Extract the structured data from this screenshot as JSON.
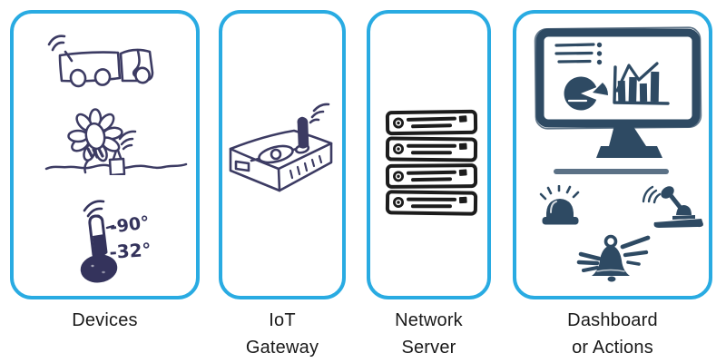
{
  "colors": {
    "panel_border": "#29abe2",
    "devices_ink": "#3c3b63",
    "server_ink": "#1c1c1c",
    "dashboard_ink": "#2e4a63",
    "divider": "#5b7186",
    "label_text": "#1a1a1a",
    "background": "#ffffff"
  },
  "panels": [
    {
      "id": "devices",
      "label_line1": "Devices",
      "label_line2": "",
      "icons": [
        "truck-sketch-icon",
        "flower-sensor-sketch-icon",
        "thermometer-sketch-icon"
      ],
      "thermometer": {
        "reading_top": "-90°",
        "reading_bottom": "-32°"
      }
    },
    {
      "id": "iot-gateway",
      "label_line1": "IoT",
      "label_line2": "Gateway",
      "icons": [
        "gateway-sketch-icon"
      ]
    },
    {
      "id": "network-server",
      "label_line1": "Network",
      "label_line2": "Server",
      "icons": [
        "server-rack-sketch-icon"
      ]
    },
    {
      "id": "dashboard-or-actions",
      "label_line1": "Dashboard",
      "label_line2": "or Actions",
      "icons": [
        "monitor-dashboard-sketch-icon",
        "divider-line",
        "siren-sketch-icon",
        "lever-switch-sketch-icon",
        "alert-bell-sketch-icon"
      ]
    }
  ]
}
